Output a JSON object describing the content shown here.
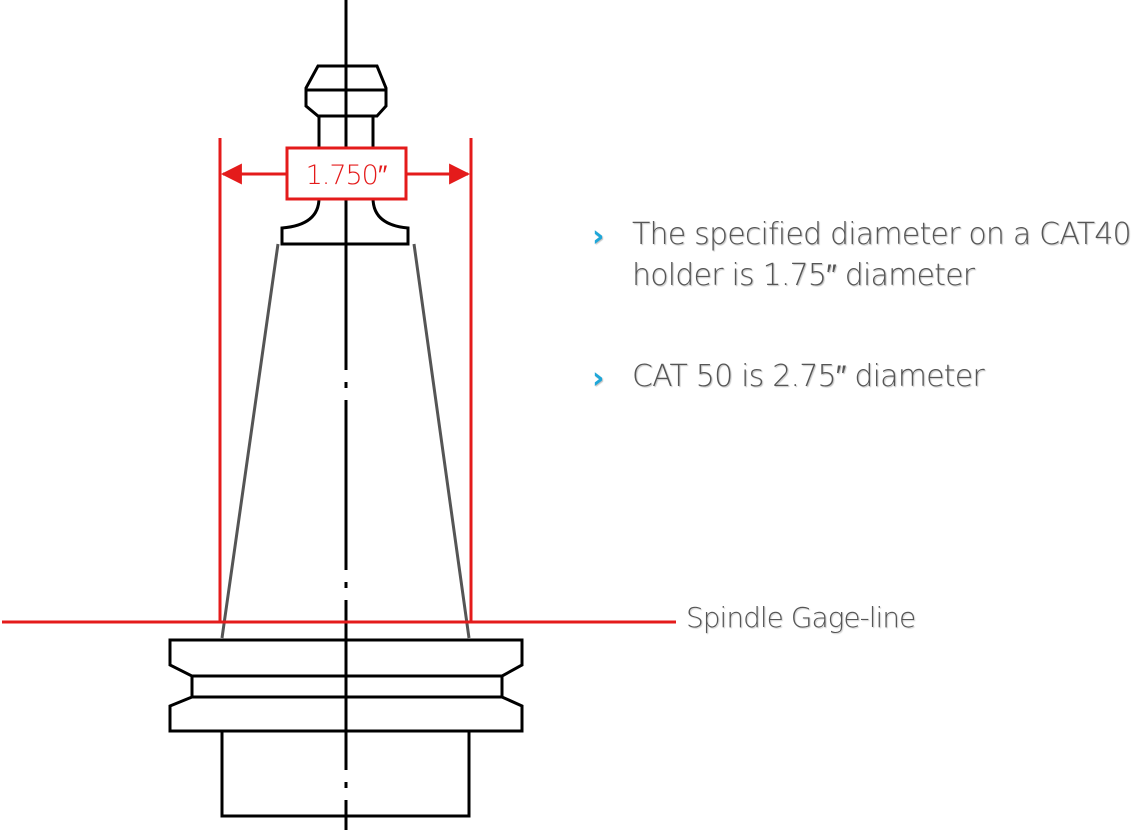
{
  "colors": {
    "dimension": "#e41b1b",
    "outline": "#000000",
    "text": "#555555",
    "bullet": "#1ea7d9"
  },
  "dimension": {
    "label": "1.750″"
  },
  "bullets": [
    {
      "icon": "chevron-right-icon",
      "text": "The specified diameter on a CAT40 holder is 1.75″ diameter"
    },
    {
      "icon": "chevron-right-icon",
      "text": "CAT 50 is 2.75″ diameter"
    }
  ],
  "gage_line_label": "Spindle Gage-line"
}
